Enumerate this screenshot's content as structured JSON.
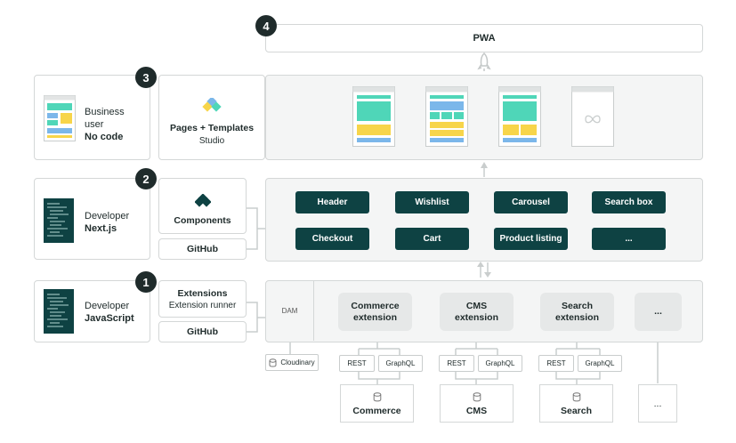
{
  "pwa": {
    "label": "PWA",
    "badge": "4"
  },
  "layer3": {
    "badge": "3",
    "role_line1": "Business",
    "role_line2": "user",
    "role_line3": "No code",
    "tool_title": "Pages + Templates",
    "tool_sub": "Studio"
  },
  "layer2": {
    "badge": "2",
    "role_line1": "Developer",
    "role_line2": "Next.js",
    "tool_title": "Components",
    "github": "GitHub",
    "components": [
      "Header",
      "Wishlist",
      "Carousel",
      "Search box",
      "Checkout",
      "Cart",
      "Product listing",
      "..."
    ]
  },
  "layer1": {
    "badge": "1",
    "role_line1": "Developer",
    "role_line2": "JavaScript",
    "tool_title": "Extensions",
    "tool_sub": "Extension runner",
    "github": "GitHub",
    "dam": "DAM",
    "extensions": [
      {
        "line1": "Commerce",
        "line2": "extension"
      },
      {
        "line1": "CMS",
        "line2": "extension"
      },
      {
        "line1": "Search",
        "line2": "extension"
      }
    ],
    "ext_more": "...",
    "cloudinary": "Cloudinary",
    "apis": [
      "REST",
      "GraphQL",
      "REST",
      "GraphQL",
      "REST",
      "GraphQL"
    ],
    "backends": [
      "Commerce",
      "CMS",
      "Search"
    ],
    "backend_more": "..."
  },
  "colors": {
    "teal": "#0e4243",
    "mint": "#4fd6b8",
    "yellow": "#f7d54a",
    "blue": "#7bb7ea"
  }
}
